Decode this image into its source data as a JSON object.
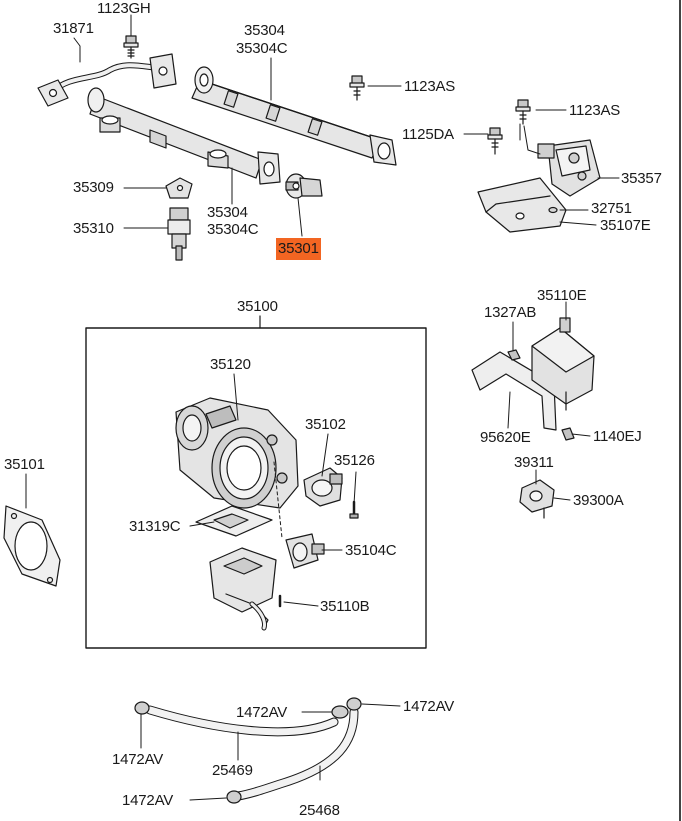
{
  "colors": {
    "line": "#1a1a1a",
    "part_light": "#f0f0f0",
    "part_mid": "#d6d6d6",
    "part_dark": "#9a9a9a",
    "highlight": "#f26522"
  },
  "labels": {
    "l_1123gh": "1123GH",
    "l_31871": "31871",
    "l_35304_top": "35304",
    "l_35304c_top": "35304C",
    "l_1123as_a": "1123AS",
    "l_1123as_b": "1123AS",
    "l_1125da": "1125DA",
    "l_35357": "35357",
    "l_32751": "32751",
    "l_35107e": "35107E",
    "l_35309": "35309",
    "l_35310": "35310",
    "l_35304_mid": "35304",
    "l_35304c_mid": "35304C",
    "l_35301": "35301",
    "l_35100": "35100",
    "l_35120": "35120",
    "l_35102": "35102",
    "l_35126": "35126",
    "l_35101": "35101",
    "l_31319c": "31319C",
    "l_35104c": "35104C",
    "l_35110b": "35110B",
    "l_1327ab": "1327AB",
    "l_35110e": "35110E",
    "l_95620e": "95620E",
    "l_1140ej": "1140EJ",
    "l_39311": "39311",
    "l_39300a": "39300A",
    "l_1472av_a": "1472AV",
    "l_1472av_b": "1472AV",
    "l_1472av_c": "1472AV",
    "l_1472av_d": "1472AV",
    "l_25469": "25469",
    "l_25468": "25468"
  },
  "highlighted_part": "35301"
}
